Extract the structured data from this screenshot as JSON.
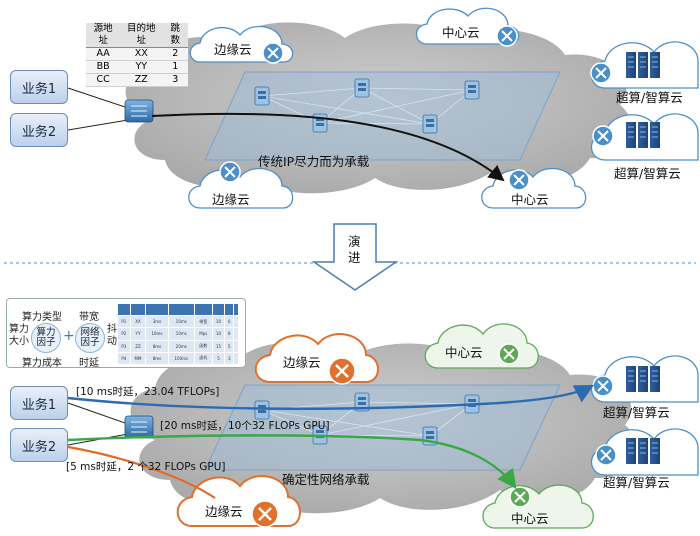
{
  "top": {
    "route_table": {
      "headers": [
        "源地址",
        "目的地址",
        "跳数"
      ],
      "rows": [
        [
          "AA",
          "XX",
          "2"
        ],
        [
          "BB",
          "YY",
          "1"
        ],
        [
          "CC",
          "ZZ",
          "3"
        ]
      ]
    },
    "business": [
      "业务1",
      "业务2"
    ],
    "edge_cloud": "边缘云",
    "center_cloud": "中心云",
    "super_cloud": "超算/智算云",
    "bearer_label": "传统IP尽力而为承载"
  },
  "evolve": {
    "chars": [
      "演",
      "进"
    ]
  },
  "bottom": {
    "factors": {
      "type": "算力类型",
      "size": "算力大小",
      "factor": "算力因子",
      "cost": "算力成本",
      "bandwidth": "带宽",
      "net_factor": "网络因子",
      "latency": "时延",
      "jitter": "抖动",
      "plus": "+"
    },
    "mini_table": {
      "headers": [
        "",
        "",
        "",
        "",
        "",
        "",
        "",
        ""
      ],
      "rows": [
        [
          "P1",
          "XX",
          "3ms",
          "10ms",
          "带宽",
          "10",
          "6",
          ""
        ],
        [
          "P2",
          "YY",
          "10ms",
          "10ms",
          "Mps",
          "10",
          "8",
          ""
        ],
        [
          "P3",
          "ZZ",
          "8ms",
          "20ms",
          "函数",
          "15",
          "5",
          ""
        ],
        [
          "P4",
          "MM",
          "8ms",
          "100ms",
          "虚机",
          "5",
          "3",
          ""
        ]
      ]
    },
    "business": [
      "业务1",
      "业务2"
    ],
    "edge_cloud": "边缘云",
    "center_cloud": "中心云",
    "super_cloud": "超算/智算云",
    "bearer_label": "确定性网络承载",
    "path_notes": [
      "[10 ms时延，23.04 TFLOPs]",
      "[20 ms时延，10个32 FLOPs GPU]",
      "[5 ms时延，2 个32 FLOPs GPU]"
    ]
  },
  "colors": {
    "blue_path": "#2b6cb0",
    "green_path": "#39a847",
    "orange_path": "#e06a2a",
    "cloud_blue": "#4a8fc9",
    "cloud_green": "#5fa85a",
    "cloud_orange": "#e0702e"
  }
}
